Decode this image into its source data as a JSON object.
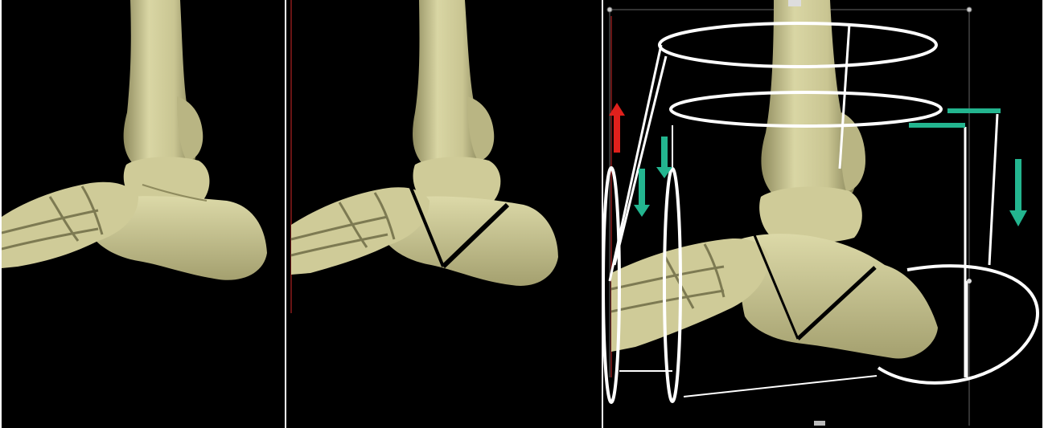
{
  "figure": {
    "panels": [
      {
        "id": "panel-1-normal-ankle"
      },
      {
        "id": "panel-2-osteotomy-lines"
      },
      {
        "id": "panel-3-frame-correction"
      }
    ],
    "colors": {
      "background": "#000000",
      "bone": "#d6d3a0",
      "bone_shadow": "#a6a272",
      "bone_dark": "#7d7a52",
      "cut_line": "#000000",
      "frame_ring": "#ffffff",
      "arrow_distraction": "#e0201c",
      "arrow_compression": "#23b58f",
      "guide_line": "#8b1a1a"
    },
    "arrows": [
      {
        "name": "red-up-arrow",
        "direction": "up",
        "color": "#e0201c"
      },
      {
        "name": "teal-down-arrow-1",
        "direction": "down",
        "color": "#23b58f"
      },
      {
        "name": "teal-down-arrow-2",
        "direction": "down",
        "color": "#23b58f"
      },
      {
        "name": "teal-down-arrow-3",
        "direction": "down",
        "color": "#23b58f"
      }
    ]
  }
}
